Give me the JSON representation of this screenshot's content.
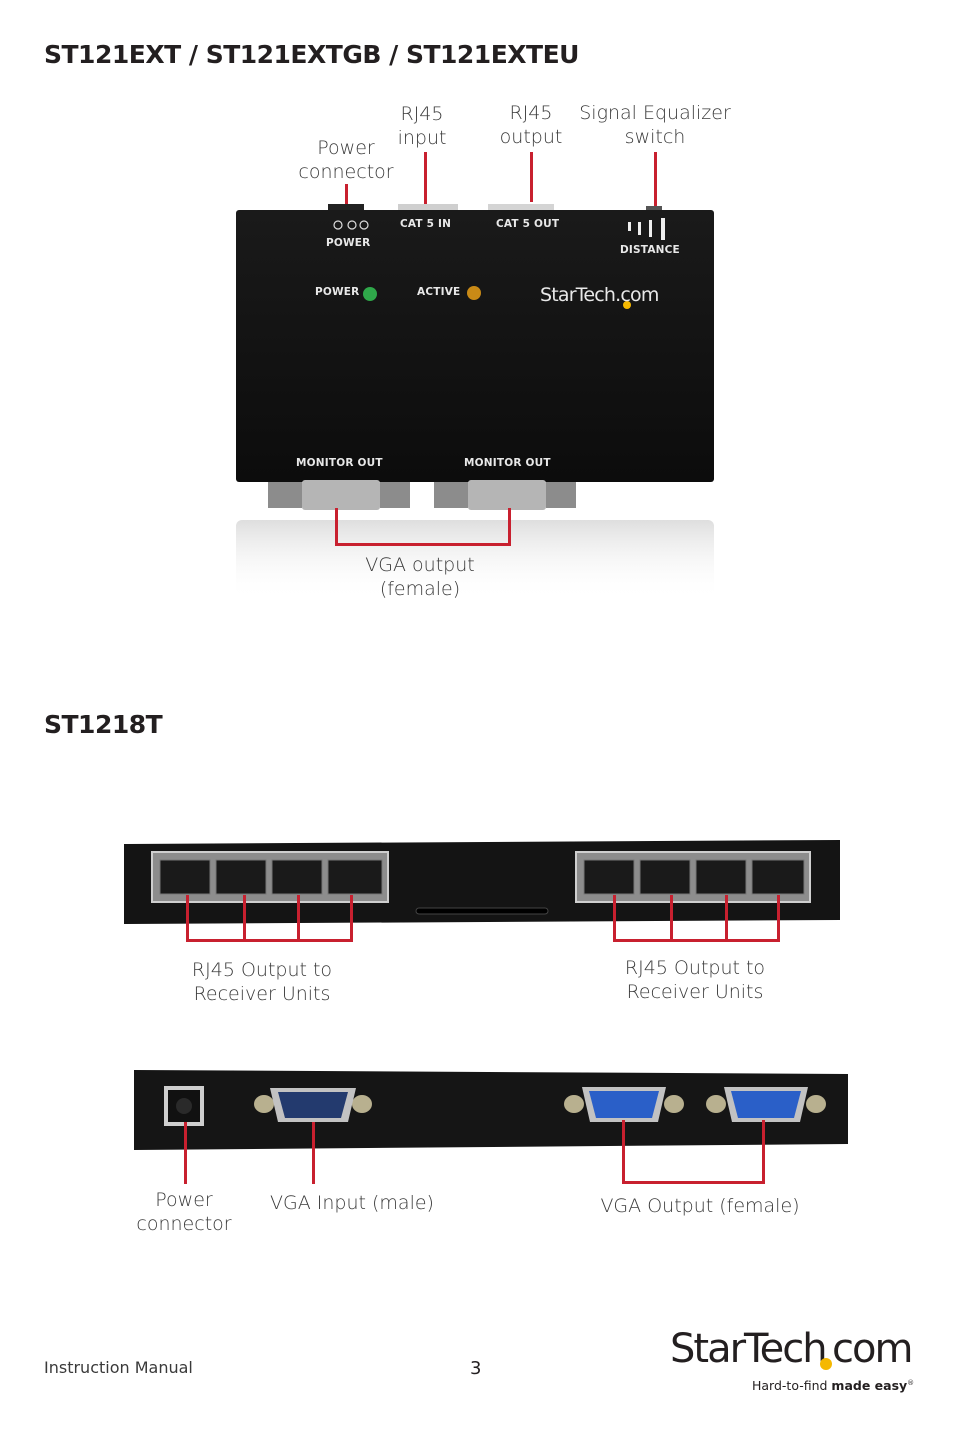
{
  "headings": {
    "section1": "ST121EXT / ST121EXTGB / ST121EXTEU",
    "section2": "ST1218T"
  },
  "device1": {
    "callouts": {
      "power_connector": "Power\nconnector",
      "rj45_input": "RJ45\ninput",
      "rj45_output": "RJ45\noutput",
      "signal_equalizer": "Signal Equalizer\nswitch",
      "vga_output": "VGA output\n(female)"
    },
    "panel_labels": {
      "power_top": "POWER",
      "cat5_in": "CAT 5 IN",
      "cat5_out": "CAT 5 OUT",
      "distance": "DISTANCE",
      "power_led": "POWER",
      "active_led": "ACTIVE",
      "monitor_out_1": "MONITOR OUT",
      "monitor_out_2": "MONITOR OUT",
      "brand": "StarTech.com"
    }
  },
  "device2": {
    "callouts": {
      "rj45_left": "RJ45 Output to\nReceiver Units",
      "rj45_right": "RJ45 Output to\nReceiver Units",
      "power_connector": "Power\nconnector",
      "vga_input": "VGA Input (male)",
      "vga_output": "VGA Output (female)"
    }
  },
  "footer": {
    "manual": "Instruction Manual",
    "page": "3",
    "logo_text_a": "StarTech",
    "logo_text_b": "com",
    "tagline_a": "Hard-to-find ",
    "tagline_b": "made easy",
    "tagline_reg": "®"
  },
  "colors": {
    "callout_line": "#c8202f",
    "device_body": "#111111",
    "vga_blue": "#2a5fc8",
    "led_green": "#2fa84a",
    "led_amber": "#c98a16",
    "logo_dot": "#f5b800"
  }
}
